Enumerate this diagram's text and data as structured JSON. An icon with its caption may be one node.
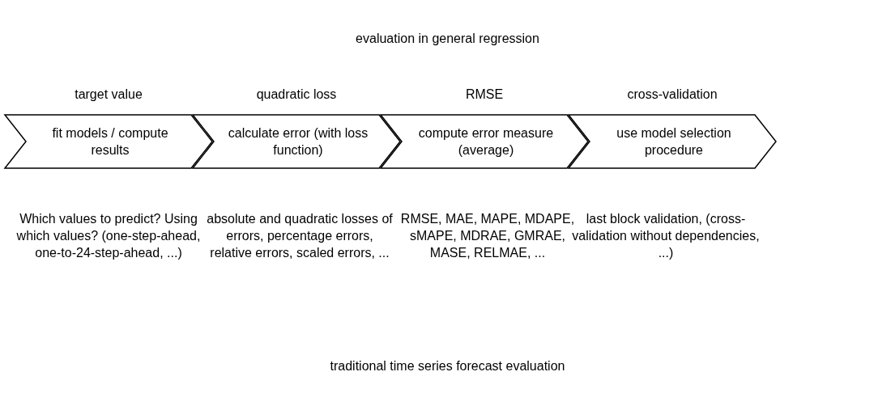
{
  "diagram": {
    "title": "evaluation in general regression",
    "caption": "traditional time series forecast evaluation",
    "nodes": [
      {
        "text": [
          "fit models / compute results"
        ],
        "beside": [
          "target value",
          "Which values to predict? Using which values? (one-step-ahead, one-to-24-step-ahead, ...)"
        ]
      },
      {
        "text": [
          "calculate error (with loss function)"
        ],
        "beside": [
          "quadratic loss",
          "absolute and quadratic losses of errors, percentage errors, relative errors, scaled errors, ..."
        ]
      },
      {
        "text": [
          "compute error measure (average)"
        ],
        "beside": [
          "RMSE",
          "RMSE, MAE, MAPE, MDAPE, sMAPE, MDRAE, GMRAE, MASE, RELMAE, ..."
        ]
      },
      {
        "text": [
          "use model selection procedure"
        ],
        "beside": [
          "cross-validation",
          "last block validation, (cross-validation without dependencies, ...)"
        ]
      }
    ],
    "edges": []
  }
}
